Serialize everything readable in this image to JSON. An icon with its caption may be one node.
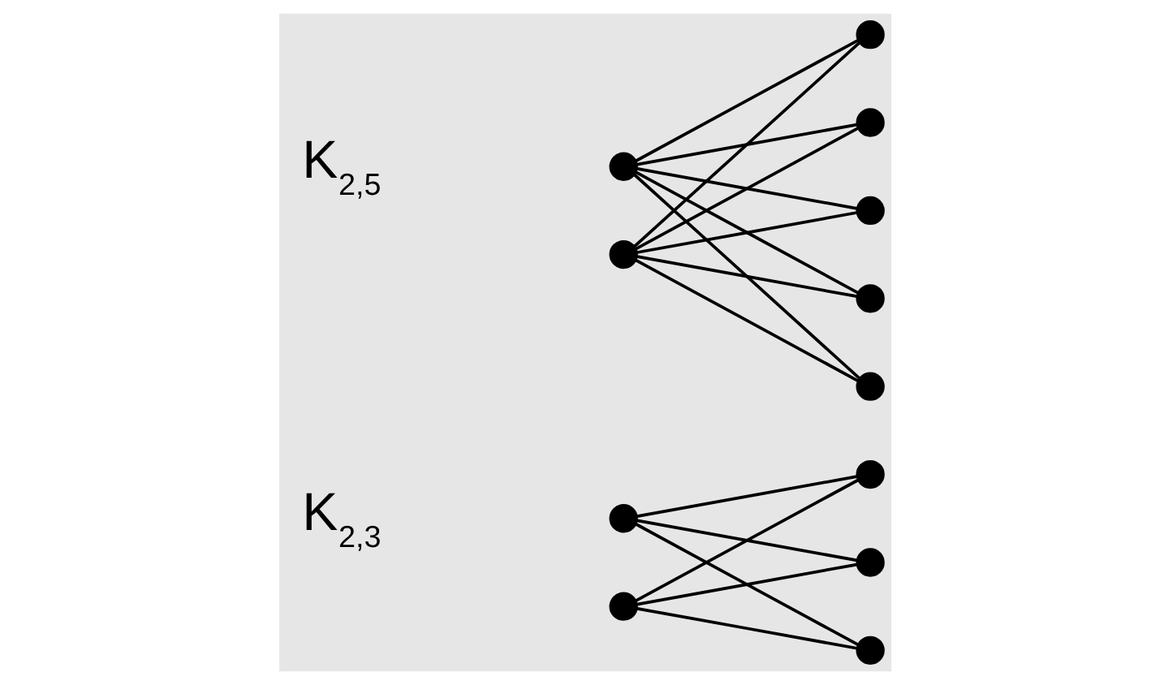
{
  "diagram": {
    "nodes": [
      {
        "text": [],
        "shape": "circle"
      },
      {
        "text": [],
        "shape": "circle"
      },
      {
        "text": [],
        "shape": "circle"
      },
      {
        "text": [],
        "shape": "circle"
      },
      {
        "text": [],
        "shape": "circle"
      },
      {
        "text": [],
        "shape": "circle"
      },
      {
        "text": [],
        "shape": "circle"
      },
      {
        "text": [],
        "shape": "circle"
      },
      {
        "text": [],
        "shape": "circle"
      },
      {
        "text": [],
        "shape": "circle"
      },
      {
        "text": [],
        "shape": "circle"
      },
      {
        "text": [],
        "shape": "circle"
      }
    ],
    "edges": [
      {
        "from": 0,
        "to": 2,
        "arrow": "none"
      },
      {
        "from": 0,
        "to": 3,
        "arrow": "none"
      },
      {
        "from": 0,
        "to": 4,
        "arrow": "none"
      },
      {
        "from": 1,
        "to": 2,
        "arrow": "none"
      },
      {
        "from": 1,
        "to": 3,
        "arrow": "none"
      },
      {
        "from": 1,
        "to": 4,
        "arrow": "none"
      },
      {
        "from": 5,
        "to": 7,
        "arrow": "none"
      },
      {
        "from": 5,
        "to": 8,
        "arrow": "none"
      },
      {
        "from": 5,
        "to": 9,
        "arrow": "none"
      },
      {
        "from": 5,
        "to": 10,
        "arrow": "none"
      },
      {
        "from": 5,
        "to": 11,
        "arrow": "none"
      },
      {
        "from": 6,
        "to": 7,
        "arrow": "none"
      },
      {
        "from": 6,
        "to": 8,
        "arrow": "none"
      },
      {
        "from": 6,
        "to": 9,
        "arrow": "none"
      },
      {
        "from": 6,
        "to": 10,
        "arrow": "none"
      },
      {
        "from": 6,
        "to": 11,
        "arrow": "none"
      }
    ],
    "labels": [
      "K$_{2,3}$",
      "K$_{2,5}$"
    ]
  }
}
